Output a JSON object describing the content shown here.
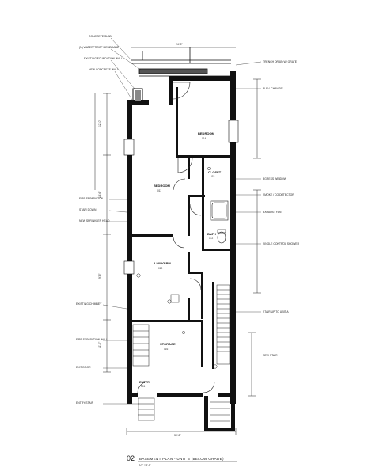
{
  "drawing": {
    "number": "02",
    "title": "BASEMENT PLAN - UNIT B (BELOW GRADE)",
    "scale": "1/4\" = 1'-0\""
  },
  "rooms": {
    "bedroom_front": {
      "name": "BEDROOM",
      "number": "014"
    },
    "bedroom_main": {
      "name": "BEDROOM",
      "number": "011"
    },
    "closet": {
      "name": "CLOSET",
      "number": "015"
    },
    "bath": {
      "name": "BATH",
      "number": "012"
    },
    "living": {
      "name": "LIVING RM",
      "number": "010"
    },
    "storage": {
      "name": "STORAGE",
      "number": "016"
    },
    "entry": {
      "name": "ENTRY",
      "number": "001"
    }
  },
  "left_notes": [
    "CONCRETE SLAB",
    "(N) WATERPROOF MEMBRANE",
    "EXISTING FOUNDATION WALL",
    "NEW CONCRETE WALL",
    "FIRE SEPARATION",
    "STAIR DOWN",
    "NEW SPRINKLER HEAD",
    "EXISTING CHIMNEY",
    "FIRE SEPARATION WALL",
    "EXIT DOOR",
    "ENTRY STAIR"
  ],
  "right_notes": [
    "TRENCH DRAIN W/ GRATE",
    "ELEV. CHANGE",
    "EGRESS WINDOW",
    "SMOKE / CO DETECTOR",
    "EXHAUST FAN",
    "SINGLE CONTROL SHOWER",
    "STAIR UP TO UNIT A",
    "NEW STAIR"
  ],
  "dimension_labels": [
    "12'-0\"",
    "14'-6\"",
    "9'-6\"",
    "11'-0\"",
    "30'-2\"",
    "24'-8\""
  ]
}
